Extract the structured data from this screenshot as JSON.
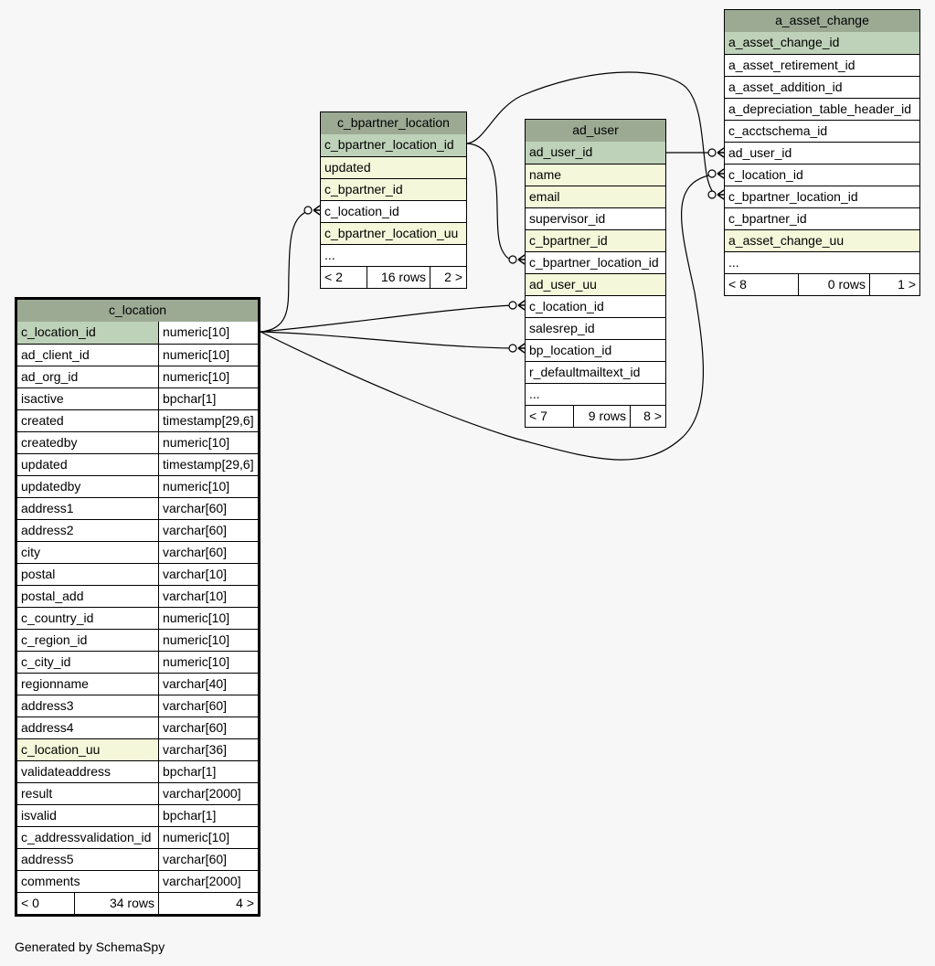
{
  "tables": {
    "c_location": {
      "name": "c_location",
      "columns": [
        {
          "name": "c_location_id",
          "type": "numeric[10]",
          "key": "pk"
        },
        {
          "name": "ad_client_id",
          "type": "numeric[10]"
        },
        {
          "name": "ad_org_id",
          "type": "numeric[10]"
        },
        {
          "name": "isactive",
          "type": "bpchar[1]"
        },
        {
          "name": "created",
          "type": "timestamp[29,6]"
        },
        {
          "name": "createdby",
          "type": "numeric[10]"
        },
        {
          "name": "updated",
          "type": "timestamp[29,6]"
        },
        {
          "name": "updatedby",
          "type": "numeric[10]"
        },
        {
          "name": "address1",
          "type": "varchar[60]"
        },
        {
          "name": "address2",
          "type": "varchar[60]"
        },
        {
          "name": "city",
          "type": "varchar[60]"
        },
        {
          "name": "postal",
          "type": "varchar[10]"
        },
        {
          "name": "postal_add",
          "type": "varchar[10]"
        },
        {
          "name": "c_country_id",
          "type": "numeric[10]"
        },
        {
          "name": "c_region_id",
          "type": "numeric[10]"
        },
        {
          "name": "c_city_id",
          "type": "numeric[10]"
        },
        {
          "name": "regionname",
          "type": "varchar[40]"
        },
        {
          "name": "address3",
          "type": "varchar[60]"
        },
        {
          "name": "address4",
          "type": "varchar[60]"
        },
        {
          "name": "c_location_uu",
          "type": "varchar[36]",
          "key": "idx"
        },
        {
          "name": "validateaddress",
          "type": "bpchar[1]"
        },
        {
          "name": "result",
          "type": "varchar[2000]"
        },
        {
          "name": "isvalid",
          "type": "bpchar[1]"
        },
        {
          "name": "c_addressvalidation_id",
          "type": "numeric[10]"
        },
        {
          "name": "address5",
          "type": "varchar[60]"
        },
        {
          "name": "comments",
          "type": "varchar[2000]"
        }
      ],
      "footer": {
        "parents": "< 0",
        "rows": "34 rows",
        "children": "4 >"
      }
    },
    "c_bpartner_location": {
      "name": "c_bpartner_location",
      "columns": [
        {
          "name": "c_bpartner_location_id",
          "key": "pk"
        },
        {
          "name": "updated",
          "key": "idx"
        },
        {
          "name": "c_bpartner_id",
          "key": "idx"
        },
        {
          "name": "c_location_id"
        },
        {
          "name": "c_bpartner_location_uu",
          "key": "idx"
        },
        {
          "name": "..."
        }
      ],
      "footer": {
        "parents": "< 2",
        "rows": "16 rows",
        "children": "2 >"
      }
    },
    "ad_user": {
      "name": "ad_user",
      "columns": [
        {
          "name": "ad_user_id",
          "key": "pk"
        },
        {
          "name": "name",
          "key": "idx"
        },
        {
          "name": "email",
          "key": "idx"
        },
        {
          "name": "supervisor_id"
        },
        {
          "name": "c_bpartner_id",
          "key": "idx"
        },
        {
          "name": "c_bpartner_location_id"
        },
        {
          "name": "ad_user_uu",
          "key": "idx"
        },
        {
          "name": "c_location_id"
        },
        {
          "name": "salesrep_id"
        },
        {
          "name": "bp_location_id"
        },
        {
          "name": "r_defaultmailtext_id"
        },
        {
          "name": "..."
        }
      ],
      "footer": {
        "parents": "< 7",
        "rows": "9 rows",
        "children": "8 >"
      }
    },
    "a_asset_change": {
      "name": "a_asset_change",
      "columns": [
        {
          "name": "a_asset_change_id",
          "key": "pk"
        },
        {
          "name": "a_asset_retirement_id"
        },
        {
          "name": "a_asset_addition_id"
        },
        {
          "name": "a_depreciation_table_header_id"
        },
        {
          "name": "c_acctschema_id"
        },
        {
          "name": "ad_user_id"
        },
        {
          "name": "c_location_id"
        },
        {
          "name": "c_bpartner_location_id"
        },
        {
          "name": "c_bpartner_id"
        },
        {
          "name": "a_asset_change_uu",
          "key": "idx"
        },
        {
          "name": "..."
        }
      ],
      "footer": {
        "parents": "< 8",
        "rows": "0 rows",
        "children": "1 >"
      }
    }
  },
  "footer_text": "Generated by SchemaSpy",
  "colors": {
    "header": "#9caa94",
    "primary_key": "#bed1b9",
    "indexed": "#f4f7da",
    "background": "#f7f7f7"
  }
}
